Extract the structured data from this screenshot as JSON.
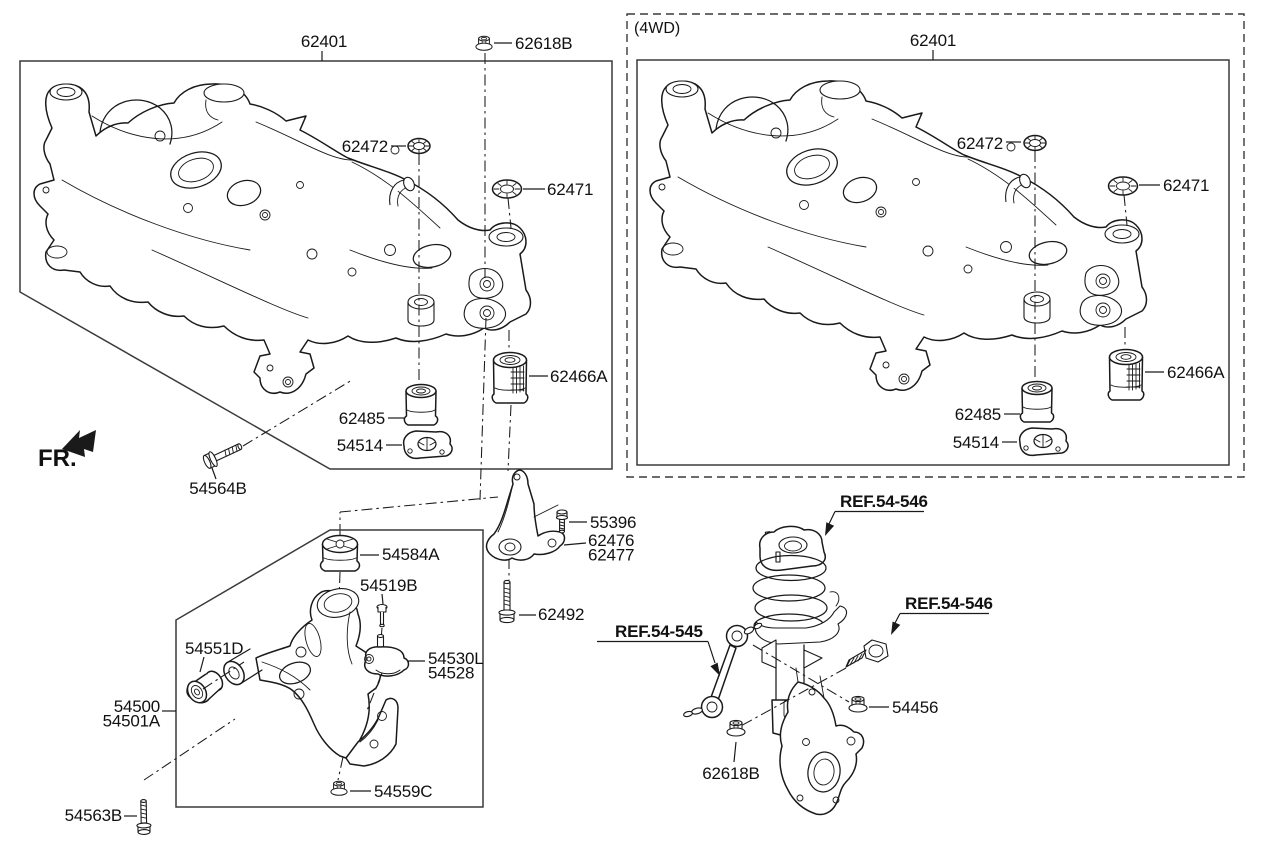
{
  "diagram": {
    "background": "#ffffff",
    "line_color": "#1a1a1a",
    "fr_indicator": "FR.",
    "right_panel_tag": "(4WD)",
    "parts": {
      "p62401": "62401",
      "p62618B": "62618B",
      "p62472": "62472",
      "p62471": "62471",
      "p62466A": "62466A",
      "p62485": "62485",
      "p54514": "54514",
      "p54564B": "54564B",
      "p54584A": "54584A",
      "p54519B": "54519B",
      "p54551D": "54551D",
      "p54500": "54500",
      "p54501A": "54501A",
      "p54563B": "54563B",
      "p54559C": "54559C",
      "p54530L": "54530L",
      "p54528": "54528",
      "p55396": "55396",
      "p62476": "62476",
      "p62477": "62477",
      "p62492": "62492",
      "p54456": "54456"
    },
    "refs": {
      "strut_mount": "REF.54-546",
      "strut_bolt": "REF.54-546",
      "stabilizer_link": "REF.54-545"
    }
  }
}
